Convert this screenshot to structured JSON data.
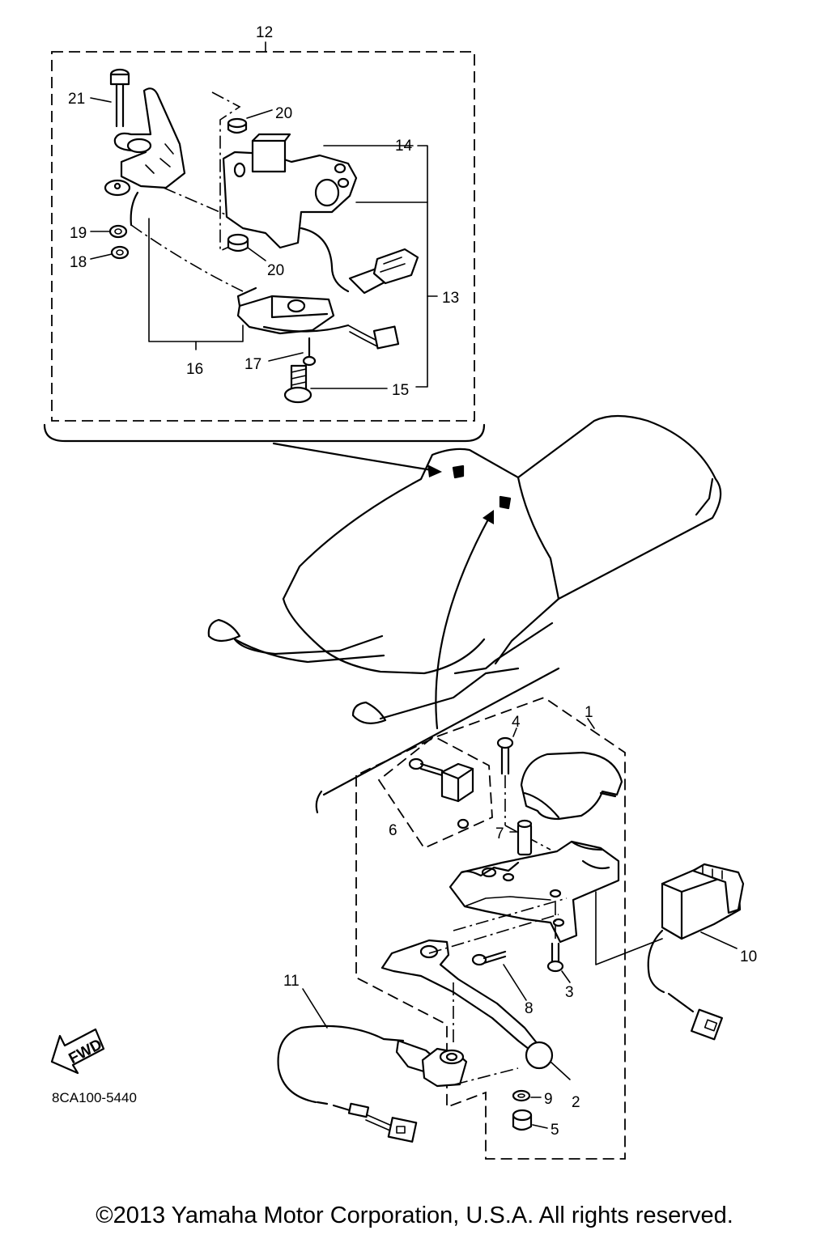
{
  "parts": {
    "p1": "1",
    "p2": "2",
    "p3": "3",
    "p4": "4",
    "p5": "5",
    "p6": "6",
    "p7": "7",
    "p8": "8",
    "p9": "9",
    "p10": "10",
    "p11": "11",
    "p12": "12",
    "p13": "13",
    "p14": "14",
    "p15": "15",
    "p16": "16",
    "p17": "17",
    "p18": "18",
    "p19": "19",
    "p20a": "20",
    "p20b": "20",
    "p21": "21"
  },
  "fwd_label": "FWD",
  "drawing_code": "8CA100-5440",
  "copyright": "©2013 Yamaha Motor Corporation, U.S.A. All rights reserved."
}
